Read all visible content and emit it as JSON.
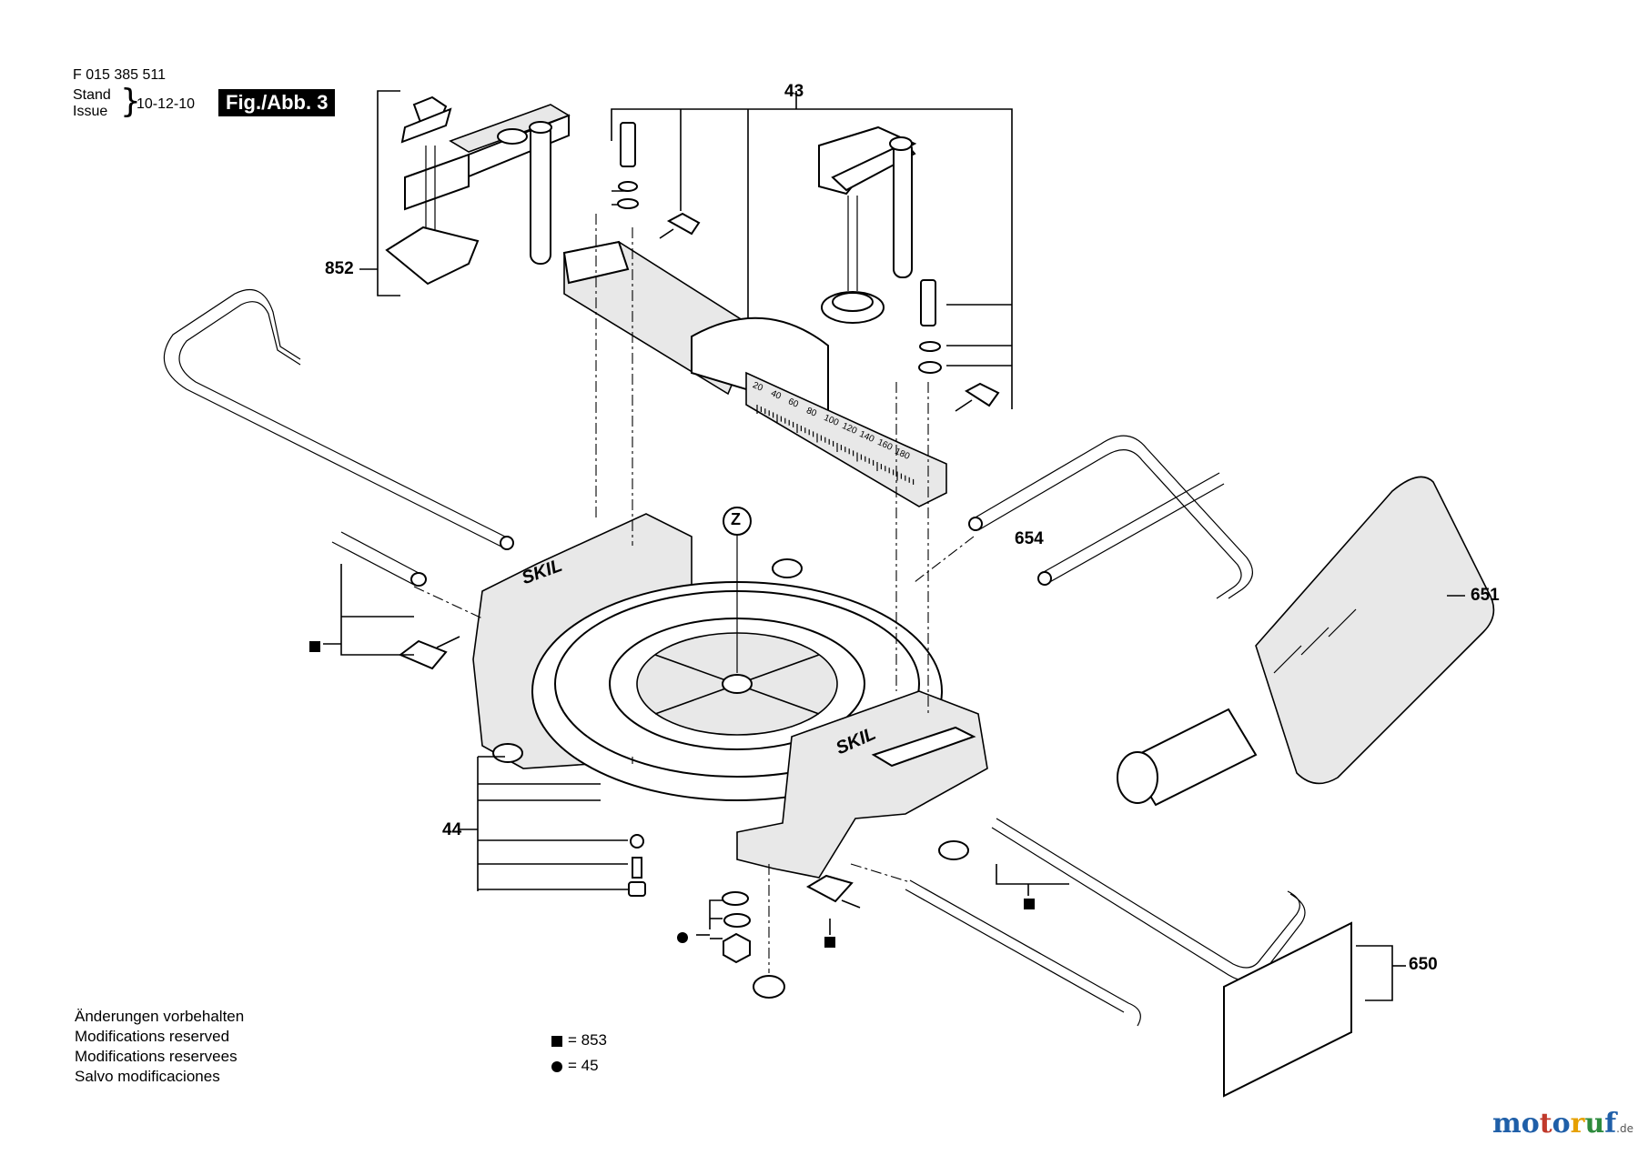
{
  "header": {
    "doc_number": "F 015 385 511",
    "stand_label": "Stand",
    "issue_label": "Issue",
    "date": "10-12-10",
    "figure_label": "Fig./Abb. 3"
  },
  "part_numbers": {
    "p43": "43",
    "p852": "852",
    "pZ": "Z",
    "p654": "654",
    "p651": "651",
    "p44": "44",
    "p650": "650"
  },
  "scale_labels": [
    "20",
    "40",
    "60",
    "80",
    "100",
    "120",
    "140",
    "160",
    "180"
  ],
  "brand_marks": [
    "SKIL",
    "SKIL"
  ],
  "notes": [
    "Änderungen vorbehalten",
    "Modifications reserved",
    "Modifications reservees",
    "Salvo modificaciones"
  ],
  "legend": {
    "square_text": "= 853",
    "dot_text": "= 45"
  },
  "watermark": {
    "text": "motoruf",
    "suffix": ".de",
    "letter_colors": [
      "#1f5fa8",
      "#1f5fa8",
      "#c0392b",
      "#1f5fa8",
      "#e6a000",
      "#2e8b3d",
      "#1f5fa8"
    ]
  }
}
